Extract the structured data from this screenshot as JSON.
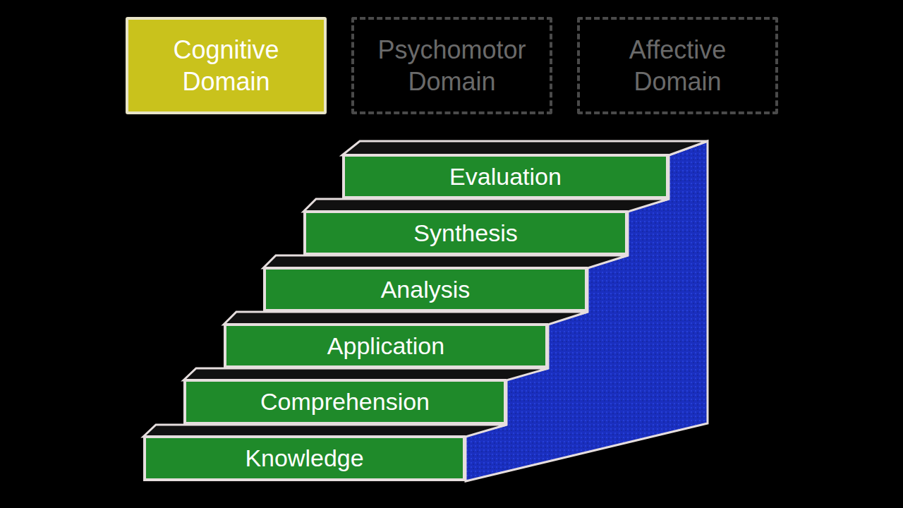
{
  "diagram": {
    "nodes": [
      {
        "text": [
          "Cognitive Domain"
        ]
      },
      {
        "text": [
          "Psychomotor Domain"
        ]
      },
      {
        "text": [
          "Affective Domain"
        ]
      },
      {
        "text": [
          "Evaluation"
        ]
      },
      {
        "text": [
          "Synthesis"
        ]
      },
      {
        "text": [
          "Analysis"
        ]
      },
      {
        "text": [
          "Application"
        ]
      },
      {
        "text": [
          "Comprehension"
        ]
      },
      {
        "text": [
          "Knowledge"
        ]
      }
    ]
  }
}
